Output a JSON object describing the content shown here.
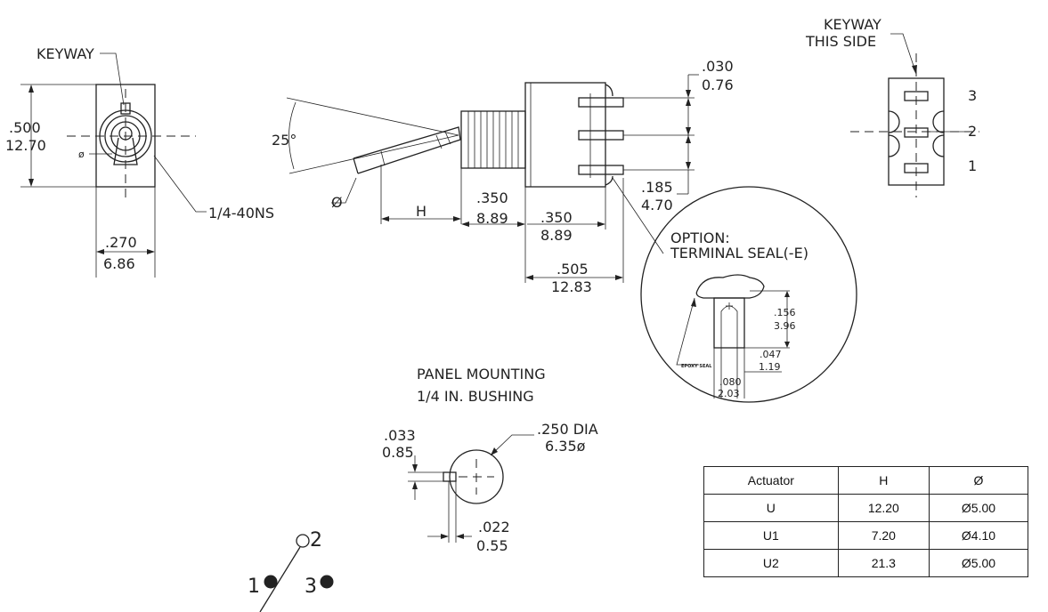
{
  "labels": {
    "keyway_left": "KEYWAY",
    "dim_500": ".500",
    "dim_1270": "12.70",
    "phi_small": "ø",
    "thread": "1/4-40NS",
    "dim_270": ".270",
    "dim_686": "6.86",
    "angle": "25°",
    "phi_actuator": "Ø",
    "h_label": "H",
    "dim_350a": ".350",
    "dim_889a": "8.89",
    "dim_350b": ".350",
    "dim_889b": "8.89",
    "dim_505": ".505",
    "dim_1283": "12.83",
    "dim_030": ".030",
    "dim_076": "0.76",
    "dim_185": ".185",
    "dim_470": "4.70",
    "option_line1": "OPTION:",
    "option_line2": "TERMINAL SEAL(-E)",
    "dim_156": ".156",
    "dim_396": "3.96",
    "dim_047": ".047",
    "dim_119": "1.19",
    "dim_080": ".080",
    "dim_203": "2.03",
    "epoxy": "EPOXY SEAL",
    "keyway_right_1": "KEYWAY",
    "keyway_right_2": "THIS SIDE",
    "pin_3": "3",
    "pin_2": "2",
    "pin_1": "1",
    "panel_1": "PANEL MOUNTING",
    "panel_2": "1/4 IN. BUSHING",
    "dim_033": ".033",
    "dim_085": "0.85",
    "dim_250": ".250 DIA",
    "dim_635": "6.35ø",
    "dim_022": ".022",
    "dim_055": "0.55",
    "schem_1": "1",
    "schem_2": "2",
    "schem_3": "3"
  },
  "table": {
    "headers": [
      "Actuator",
      "H",
      "Ø"
    ],
    "rows": [
      [
        "U",
        "12.20",
        "Ø5.00"
      ],
      [
        "U1",
        "7.20",
        "Ø4.10"
      ],
      [
        "U2",
        "21.3",
        "Ø5.00"
      ]
    ]
  }
}
